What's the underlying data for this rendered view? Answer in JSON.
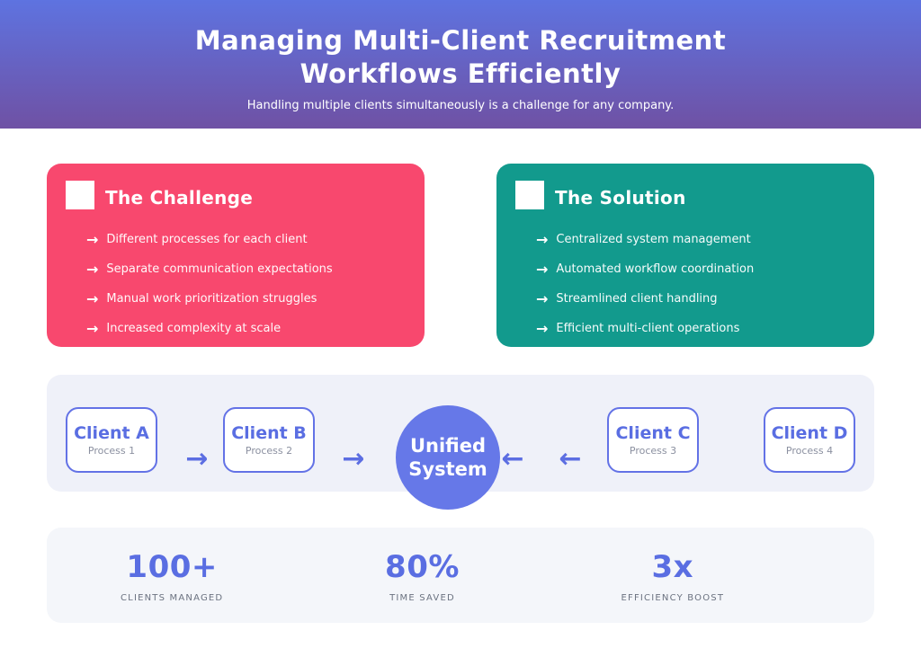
{
  "header": {
    "title_line1": "Managing Multi-Client Recruitment",
    "title_line2": "Workflows Efficiently",
    "subtitle": "Handling multiple clients simultaneously is a challenge for any company.",
    "gradient_top": "#5e73e0",
    "gradient_bottom": "#6f51a4"
  },
  "challenge": {
    "title": "The Challenge",
    "color": "#f8486e",
    "items": [
      "Different processes for each client",
      "Separate communication expectations",
      "Manual work prioritization struggles",
      "Increased complexity at scale"
    ]
  },
  "solution": {
    "title": "The Solution",
    "color": "#129a8d",
    "items": [
      "Centralized system management",
      "Automated workflow coordination",
      "Streamlined client handling",
      "Efficient multi-client operations"
    ]
  },
  "flow": {
    "clients": [
      {
        "name": "Client A",
        "process": "Process 1"
      },
      {
        "name": "Client B",
        "process": "Process 2"
      },
      {
        "name": "Client C",
        "process": "Process 3"
      },
      {
        "name": "Client D",
        "process": "Process 4"
      }
    ],
    "hub": {
      "line1": "Unified",
      "line2": "System",
      "color": "#6678e8"
    }
  },
  "stats": [
    {
      "value": "100+",
      "label": "CLIENTS MANAGED"
    },
    {
      "value": "80%",
      "label": "TIME SAVED"
    },
    {
      "value": "3x",
      "label": "EFFICIENCY BOOST"
    }
  ],
  "icons": {
    "bullet_arrow": "→",
    "flow_arrow_right": "→",
    "flow_arrow_left": "←"
  },
  "colors": {
    "accent_indigo": "#5a6ee2",
    "client_border": "#6372e6",
    "flow_panel_bg": "#eff1f9",
    "stats_panel_bg": "#f4f6fa",
    "muted_label": "#6b7280",
    "process_text": "#8b90a0"
  }
}
